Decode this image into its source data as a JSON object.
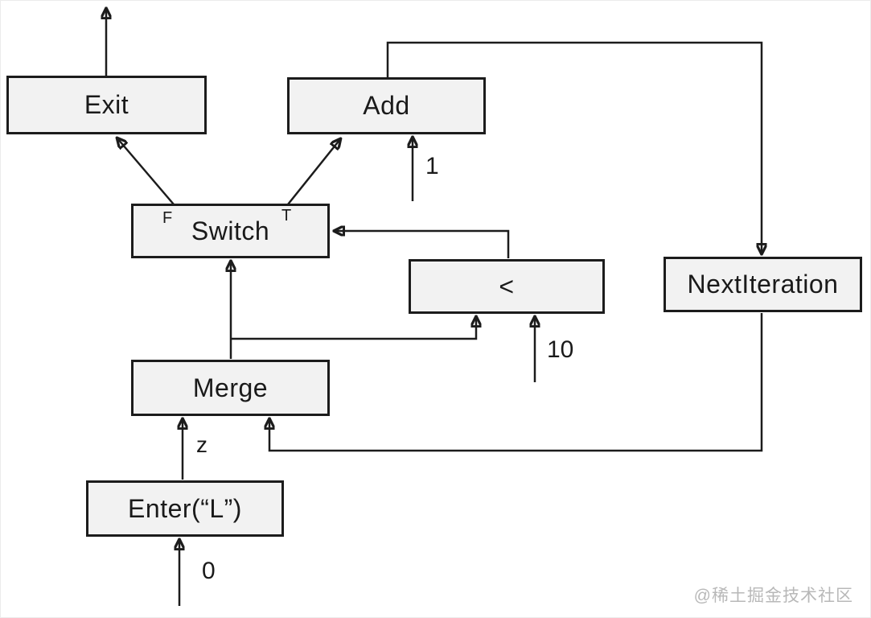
{
  "nodes": {
    "exit": {
      "label": "Exit"
    },
    "add": {
      "label": "Add"
    },
    "switch": {
      "label": "Switch",
      "port_false": "F",
      "port_true": "T"
    },
    "less_than": {
      "label": "<"
    },
    "next_iteration": {
      "label": "NextIteration"
    },
    "merge": {
      "label": "Merge"
    },
    "enter": {
      "label": "Enter(“L”)"
    }
  },
  "edge_labels": {
    "add_increment": "1",
    "loop_limit": "10",
    "merge_input": "z",
    "initial_value": "0"
  },
  "watermark": "@稀土掘金技术社区",
  "colors": {
    "node_fill": "#f2f2f2",
    "node_border": "#1c1c1c",
    "edge": "#1c1c1c",
    "watermark": "#b8b8b8",
    "background": "#ffffff"
  }
}
